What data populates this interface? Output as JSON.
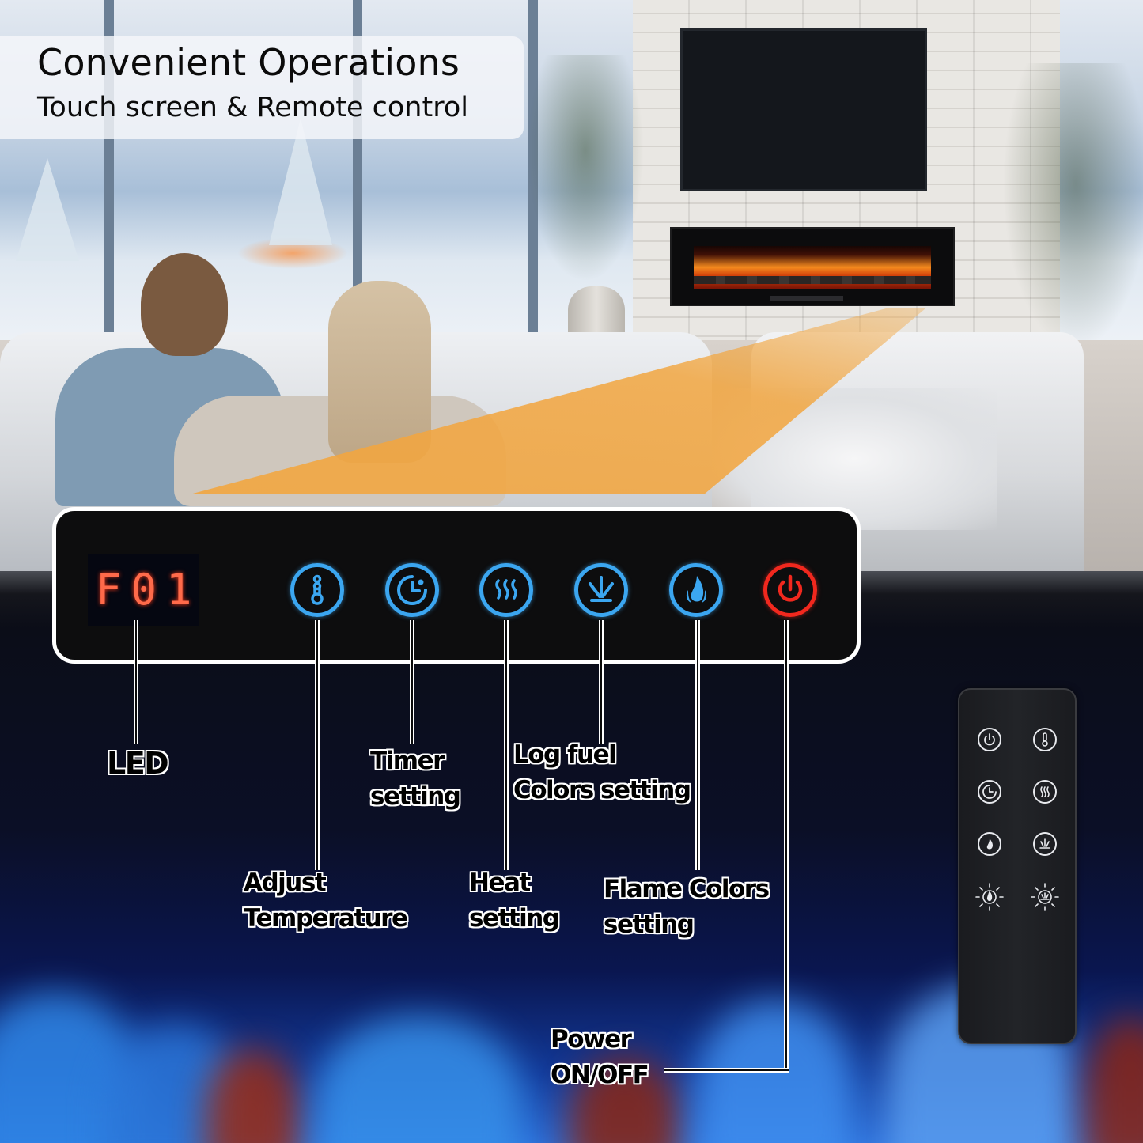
{
  "headline": {
    "title": "Convenient Operations",
    "subtitle": "Touch screen & Remote control"
  },
  "control_panel": {
    "led_display": "F01",
    "buttons": [
      {
        "id": "temperature",
        "icon": "thermometer-icon",
        "color": "#3ba6f0"
      },
      {
        "id": "timer",
        "icon": "timer-icon",
        "color": "#3ba6f0"
      },
      {
        "id": "heat",
        "icon": "heat-waves-icon",
        "color": "#3ba6f0"
      },
      {
        "id": "log-fuel",
        "icon": "log-fuel-icon",
        "color": "#3ba6f0"
      },
      {
        "id": "flame",
        "icon": "flame-icon",
        "color": "#3ba6f0"
      },
      {
        "id": "power",
        "icon": "power-icon",
        "color": "#f1281e"
      }
    ]
  },
  "labels": {
    "led": "LED",
    "adjust_temperature": [
      "Adjust",
      "Temperature"
    ],
    "timer_setting": [
      "Timer",
      "setting"
    ],
    "heat_setting": [
      "Heat",
      "setting"
    ],
    "log_fuel": [
      "Log fuel",
      "Colors setting"
    ],
    "flame_colors": [
      "Flame Colors",
      "setting"
    ],
    "power": [
      "Power",
      "ON/OFF"
    ]
  },
  "remote": {
    "buttons": [
      [
        "power-icon",
        "thermometer-icon"
      ],
      [
        "timer-icon",
        "heat-waves-icon"
      ],
      [
        "flame-icon",
        "log-fuel-icon"
      ],
      [
        "flame-brightness-icon",
        "log-fuel-brightness-icon"
      ]
    ]
  },
  "colors": {
    "touch_blue": "#3ba6f0",
    "power_red": "#f1281e",
    "led_red": "#ff6a4a",
    "heat_beam": "#f2a640"
  }
}
